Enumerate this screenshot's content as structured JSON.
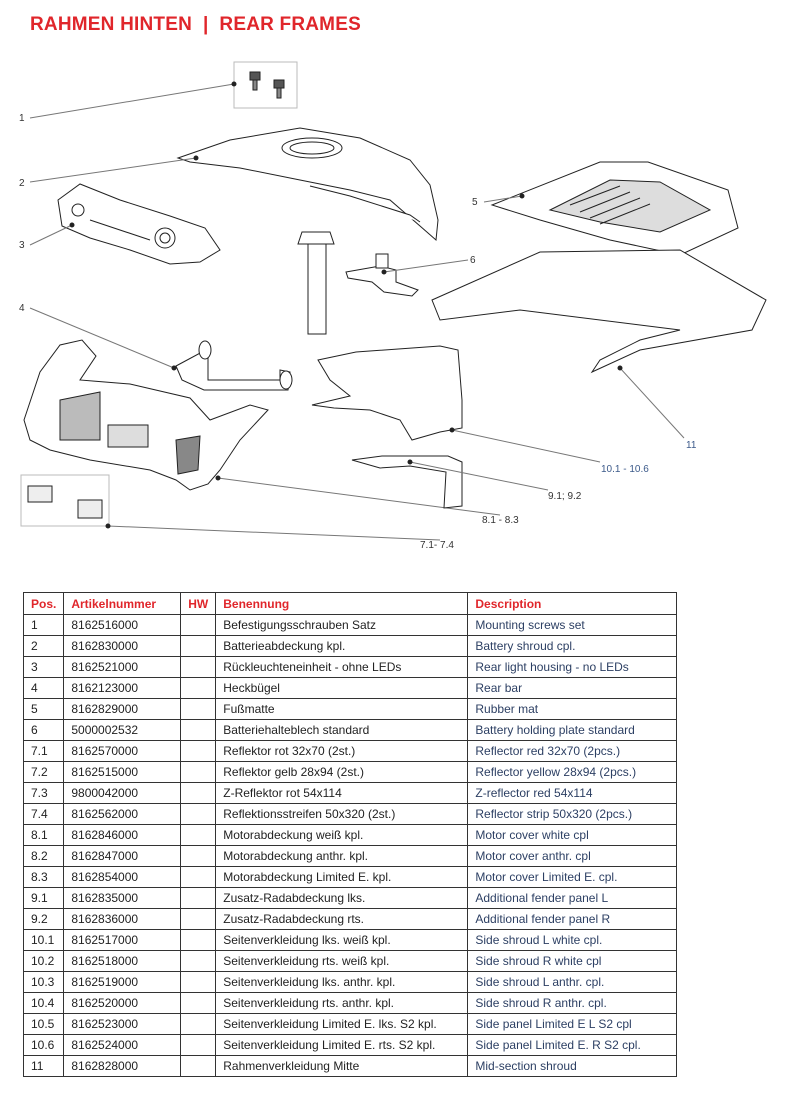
{
  "header": {
    "title": "RAHMEN HINTEN  |  REAR FRAMES"
  },
  "callouts": [
    "1",
    "2",
    "3",
    "4",
    "5",
    "6",
    "11",
    "10.1 - 10.6",
    "9.1; 9.2",
    "8.1 - 8.3",
    "7.1- 7.4"
  ],
  "table": {
    "headers": [
      "Pos.",
      "Artikelnummer",
      "HW",
      "Benennung",
      "Description"
    ],
    "rows": [
      [
        "1",
        "8162516000",
        "",
        "Befestigungsschrauben Satz",
        "Mounting screws set"
      ],
      [
        "2",
        "8162830000",
        "",
        "Batterieabdeckung kpl.",
        "Battery shroud cpl."
      ],
      [
        "3",
        "8162521000",
        "",
        "Rückleuchteneinheit - ohne LEDs",
        "Rear light housing - no LEDs"
      ],
      [
        "4",
        "8162123000",
        "",
        "Heckbügel",
        "Rear bar"
      ],
      [
        "5",
        "8162829000",
        "",
        "Fußmatte",
        "Rubber mat"
      ],
      [
        "6",
        "5000002532",
        "",
        "Batteriehalteblech standard",
        "Battery holding plate standard"
      ],
      [
        "7.1",
        "8162570000",
        "",
        "Reflektor rot 32x70 (2st.)",
        "Reflector red 32x70 (2pcs.)"
      ],
      [
        "7.2",
        "8162515000",
        "",
        "Reflektor gelb 28x94 (2st.)",
        "Reflector yellow 28x94 (2pcs.)"
      ],
      [
        "7.3",
        "9800042000",
        "",
        "Z-Reflektor rot 54x114",
        "Z-reflector red 54x114"
      ],
      [
        "7.4",
        "8162562000",
        "",
        "Reflektionsstreifen 50x320 (2st.)",
        "Reflector strip 50x320 (2pcs.)"
      ],
      [
        "8.1",
        "8162846000",
        "",
        "Motorabdeckung weiß kpl.",
        "Motor cover white cpl"
      ],
      [
        "8.2",
        "8162847000",
        "",
        "Motorabdeckung anthr. kpl.",
        "Motor cover anthr. cpl"
      ],
      [
        "8.3",
        "8162854000",
        "",
        "Motorabdeckung Limited E. kpl.",
        "Motor cover Limited E. cpl."
      ],
      [
        "9.1",
        "8162835000",
        "",
        "Zusatz-Radabdeckung lks.",
        "Additional fender panel L"
      ],
      [
        "9.2",
        "8162836000",
        "",
        "Zusatz-Radabdeckung rts.",
        "Additional fender panel R"
      ],
      [
        "10.1",
        "8162517000",
        "",
        "Seitenverkleidung lks. weiß kpl.",
        "Side shroud L white cpl."
      ],
      [
        "10.2",
        "8162518000",
        "",
        "Seitenverkleidung rts. weiß kpl.",
        "Side shroud R white cpl"
      ],
      [
        "10.3",
        "8162519000",
        "",
        "Seitenverkleidung lks. anthr. kpl.",
        "Side shroud L anthr. cpl."
      ],
      [
        "10.4",
        "8162520000",
        "",
        "Seitenverkleidung rts. anthr. kpl.",
        "Side shroud R anthr. cpl."
      ],
      [
        "10.5",
        "8162523000",
        "",
        "Seitenverkleidung Limited E. lks. S2 kpl.",
        "Side panel Limited E L S2 cpl"
      ],
      [
        "10.6",
        "8162524000",
        "",
        "Seitenverkleidung Limited E. rts. S2 kpl.",
        "Side panel Limited E. R S2 cpl."
      ],
      [
        "11",
        "8162828000",
        "",
        "Rahmenverkleidung Mitte",
        "Mid-section shroud"
      ]
    ]
  }
}
